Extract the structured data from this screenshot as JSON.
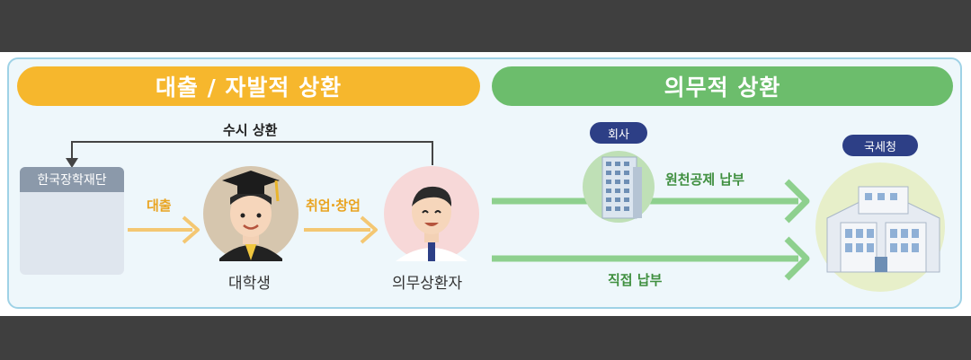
{
  "banners": {
    "left": "대출 / 자발적 상환",
    "right": "의무적 상환"
  },
  "labels": {
    "voluntary_repayment": "수시 상환",
    "loan": "대출",
    "employment": "취업·창업",
    "student": "대학생",
    "obligated_repayer": "의무상환자",
    "withholding_payment": "원천공제 납부",
    "direct_payment": "직접 납부"
  },
  "badges": {
    "company": "회사",
    "nts": "국세청"
  },
  "foundation": {
    "name": "한국장학재단"
  },
  "colors": {
    "orange": "#f6b72d",
    "green": "#6cbd6c",
    "navy": "#2d3f86",
    "frame_border": "#9fd2e6"
  },
  "icons": {
    "foundation": "graduation-cap-icon",
    "student": "graduate-avatar-icon",
    "repayer": "worker-avatar-icon",
    "company": "office-building-icon",
    "nts": "government-building-icon"
  }
}
